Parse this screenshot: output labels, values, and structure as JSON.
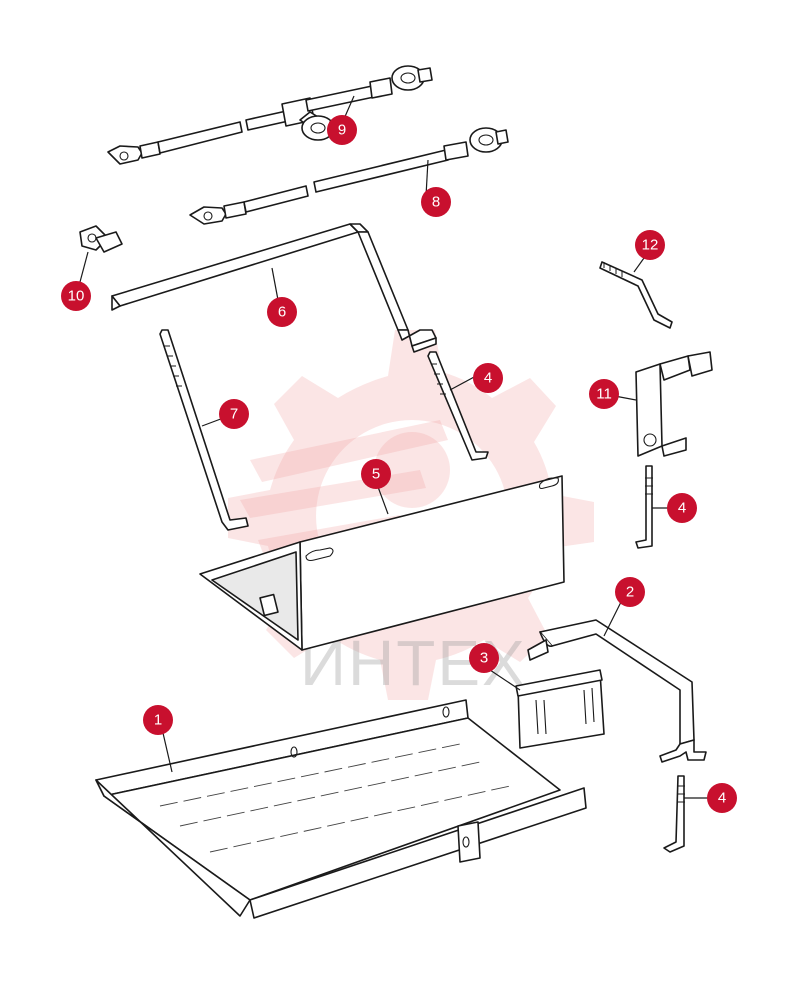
{
  "colors": {
    "callout": "#c8102e",
    "watermark": "#f2a3a3"
  },
  "watermark": {
    "text": "ИНТЕХ"
  },
  "callouts": [
    {
      "id": "c1",
      "label": "1"
    },
    {
      "id": "c2",
      "label": "2"
    },
    {
      "id": "c3",
      "label": "3"
    },
    {
      "id": "c4a",
      "label": "4"
    },
    {
      "id": "c4b",
      "label": "4"
    },
    {
      "id": "c4c",
      "label": "4"
    },
    {
      "id": "c5",
      "label": "5"
    },
    {
      "id": "c6",
      "label": "6"
    },
    {
      "id": "c7",
      "label": "7"
    },
    {
      "id": "c8",
      "label": "8"
    },
    {
      "id": "c9",
      "label": "9"
    },
    {
      "id": "c10",
      "label": "10"
    },
    {
      "id": "c11",
      "label": "11"
    },
    {
      "id": "c12",
      "label": "12"
    }
  ]
}
